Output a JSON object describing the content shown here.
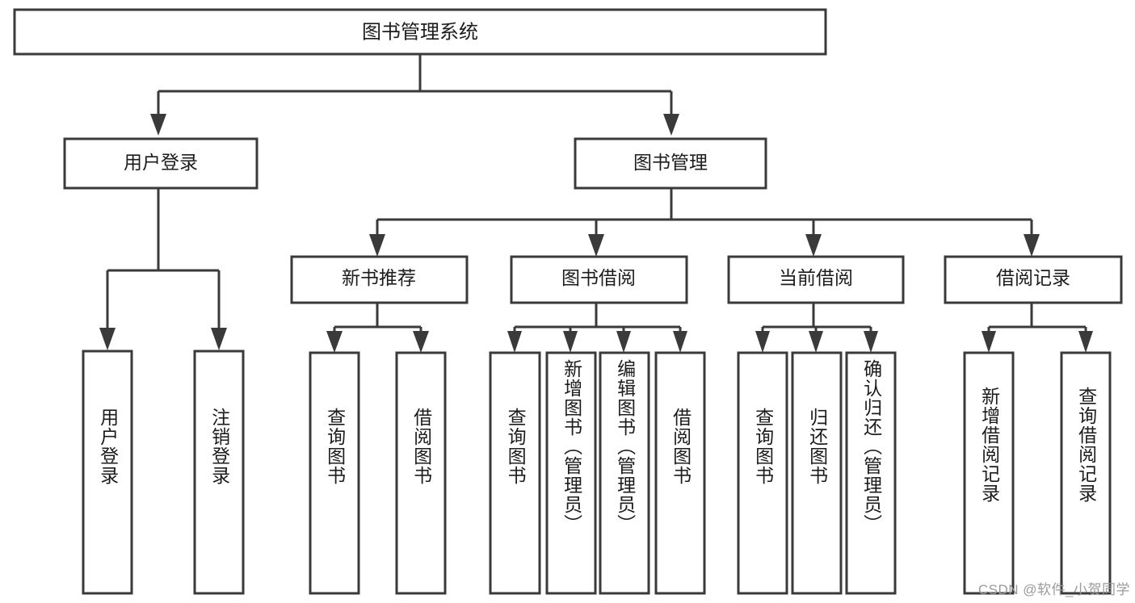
{
  "diagram": {
    "type": "hierarchy-tree",
    "title": "图书管理系统",
    "watermark": "CSDN @软件_小贺同学",
    "colors": {
      "stroke": "#3a3a3a",
      "box_fill": "#ffffff",
      "text": "#1c1c1c",
      "watermark": "#9a9a9a",
      "background": "#ffffff"
    },
    "root": {
      "label": "图书管理系统"
    },
    "level2": [
      {
        "label": "用户登录"
      },
      {
        "label": "图书管理"
      }
    ],
    "level3": [
      {
        "label": "新书推荐"
      },
      {
        "label": "图书借阅"
      },
      {
        "label": "当前借阅"
      },
      {
        "label": "借阅记录"
      }
    ],
    "leaves": {
      "user_login": [
        {
          "label": "用户登录"
        },
        {
          "label": "注销登录"
        }
      ],
      "new_book_recommend": [
        {
          "label": "查询图书"
        },
        {
          "label": "借阅图书"
        }
      ],
      "book_borrow": [
        {
          "label": "查询图书"
        },
        {
          "label": "新增图书（管理员）"
        },
        {
          "label": "编辑图书（管理员）"
        },
        {
          "label": "借阅图书"
        }
      ],
      "current_borrow": [
        {
          "label": "查询图书"
        },
        {
          "label": "归还图书"
        },
        {
          "label": "确认归还（管理员）"
        }
      ],
      "borrow_record": [
        {
          "label": "新增借阅记录"
        },
        {
          "label": "查询借阅记录"
        }
      ]
    }
  }
}
